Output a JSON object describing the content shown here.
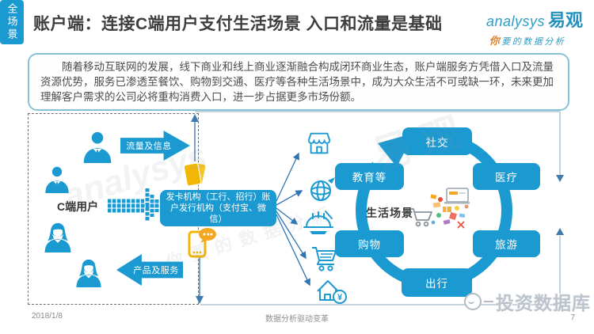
{
  "colors": {
    "accent_blue": "#1B9AD2",
    "connector_blue": "#2E75B6",
    "icon_yellow": "#F2B705",
    "logo_teal": "#2391BD",
    "tagline_orange": "#D9822B"
  },
  "header": {
    "title": "账户端：连接C端用户支付生活场景 入口和流量是基础",
    "logo": {
      "brand_en": "analysys",
      "brand_cn": "易观",
      "tagline_first": "你",
      "tagline_rest": "要的数据分析"
    }
  },
  "summary": "随着移动互联网的发展，线下商业和线上商业逐渐融合构成闭环商业生态，账户端服务方凭借入口及流量资源优势，服务已渗透至餐饮、购物到交通、医疗等各种生活场景中，成为大众生活不可或缺一环，未来更加理解客户需求的公司必将重构消费入口，进一步占据更多市场份额。",
  "diagram": {
    "left": {
      "users_label": "C端用户",
      "flow_out_label": "流量及信息",
      "flow_in_label": "产品及服务"
    },
    "center": {
      "issuer_label": "发卡机构（工行、招行）账户发行机构（支付宝、微信）"
    },
    "scenes": {
      "center_label": "生活场景",
      "social": "社交",
      "education": "教育等",
      "medical": "医疗",
      "shopping": "购物",
      "tourism": "旅游",
      "trip": "出行"
    },
    "full_scene_label": "全场景"
  },
  "icons": {
    "yuan_symbol": "¥"
  },
  "watermarks": {
    "ghost_brand_en": "analysys",
    "ghost_brand_cn": "易 观",
    "ghost_tagline": "你要的数据分析",
    "bottom_right": "投资数据库"
  },
  "footer": {
    "date": "2018/1/8",
    "slogan": "数据分析驱动变革",
    "page_number": "7"
  }
}
